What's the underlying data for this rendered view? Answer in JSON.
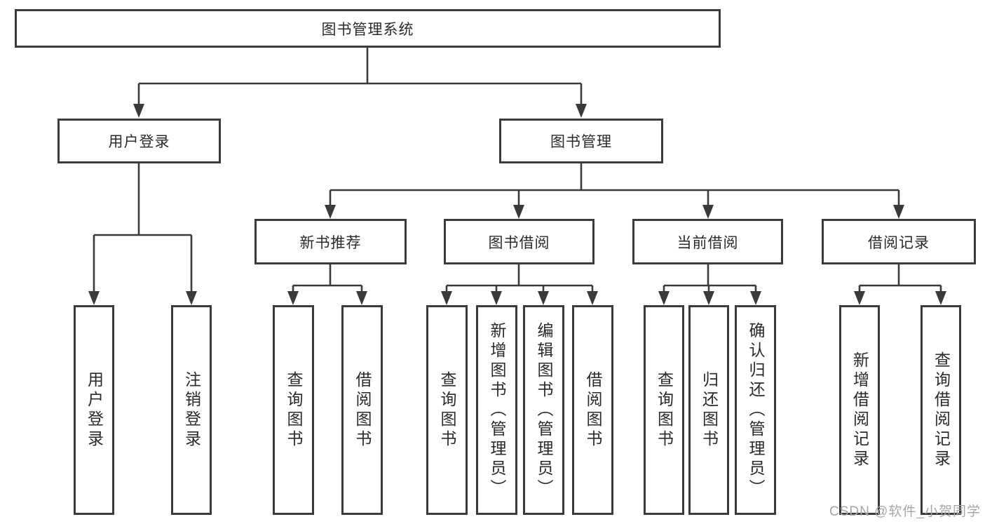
{
  "diagram": {
    "type": "hierarchy-tree",
    "nodes": {
      "root": "图书管理系统",
      "user_login": "用户登录",
      "book_mgmt": "图书管理",
      "new_books": "新书推荐",
      "borrow": "图书借阅",
      "current": "当前借阅",
      "records": "借阅记录"
    },
    "leaves": {
      "user_login": [
        "用户登录",
        "注销登录"
      ],
      "new_books": [
        "查询图书",
        "借阅图书"
      ],
      "borrow": [
        "查询图书",
        "新增图书（管理员）",
        "编辑图书（管理员）",
        "借阅图书"
      ],
      "current": [
        "查询图书",
        "归还图书",
        "确认归还（管理员）"
      ],
      "records": [
        "新增借阅记录",
        "查询借阅记录"
      ]
    },
    "colors": {
      "line": "#3a3a3a",
      "text": "#2a2a2a",
      "background": "#ffffff",
      "watermark": "#a6a6a6"
    },
    "watermark": "CSDN @软件_小贺同学"
  }
}
